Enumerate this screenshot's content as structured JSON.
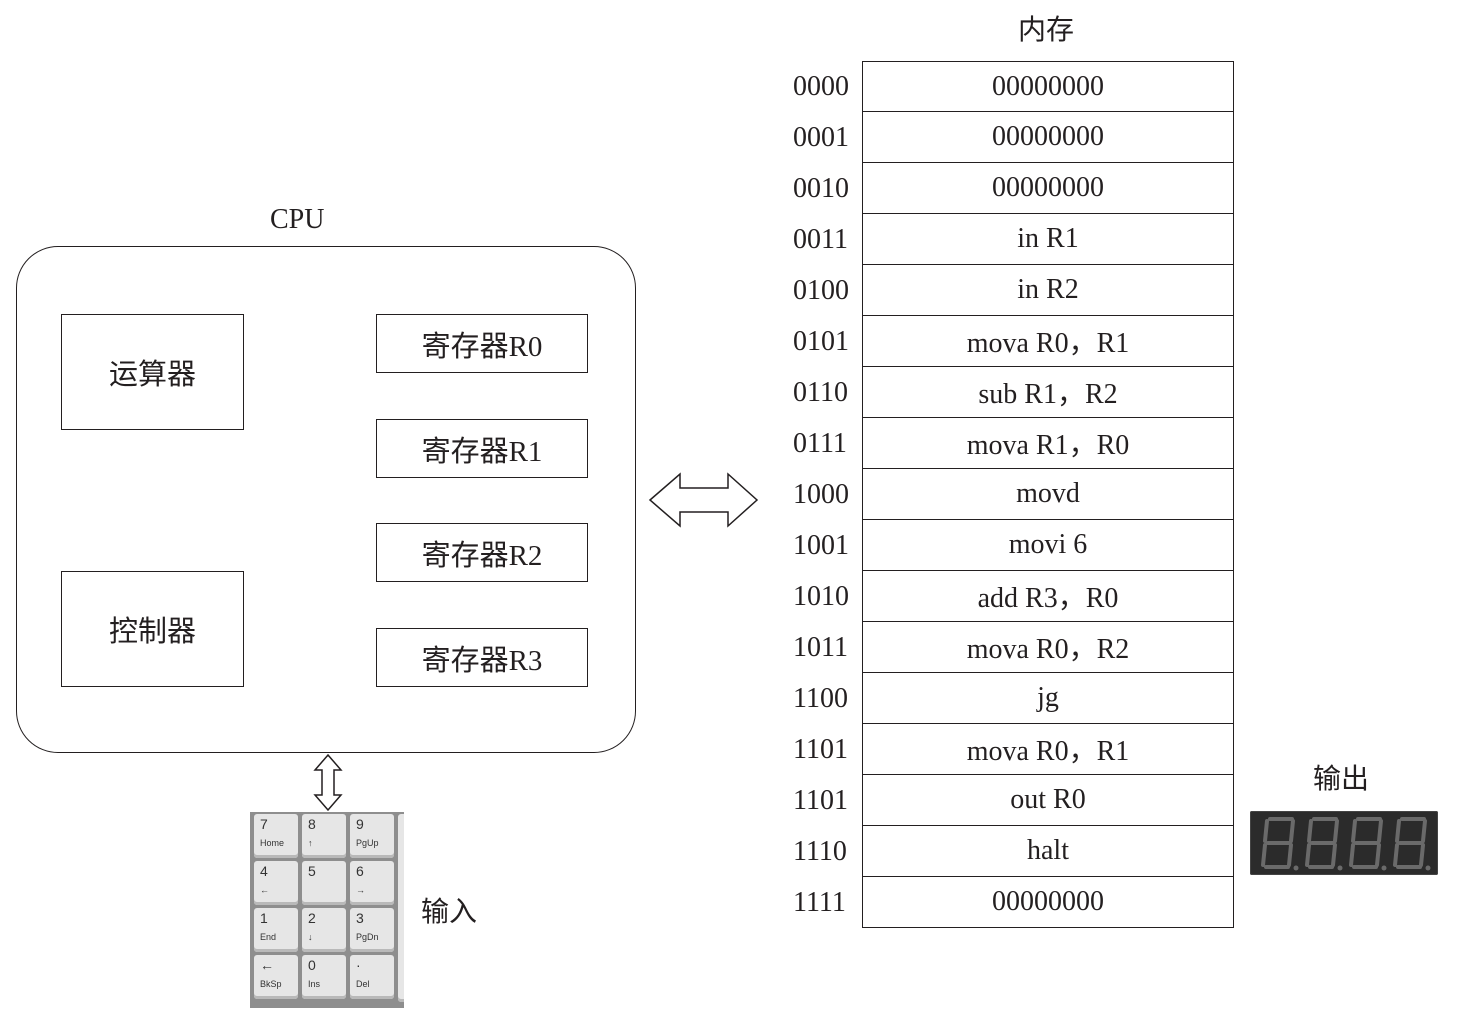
{
  "cpu": {
    "title": "CPU",
    "alu_label": "运算器",
    "cu_label": "控制器",
    "registers": [
      "寄存器R0",
      "寄存器R1",
      "寄存器R2",
      "寄存器R3"
    ]
  },
  "memory": {
    "title": "内存",
    "rows": [
      {
        "address": "0000",
        "content": "00000000"
      },
      {
        "address": "0001",
        "content": "00000000"
      },
      {
        "address": "0010",
        "content": "00000000"
      },
      {
        "address": "0011",
        "content": "in R1"
      },
      {
        "address": "0100",
        "content": "in R2"
      },
      {
        "address": "0101",
        "content": "mova R0，R1"
      },
      {
        "address": "0110",
        "content": "sub R1，R2"
      },
      {
        "address": "0111",
        "content": "mova R1，R0"
      },
      {
        "address": "1000",
        "content": "movd"
      },
      {
        "address": "1001",
        "content": "movi 6"
      },
      {
        "address": "1010",
        "content": "add R3，R0"
      },
      {
        "address": "1011",
        "content": "mova R0，R2"
      },
      {
        "address": "1100",
        "content": "jg"
      },
      {
        "address": "1101",
        "content": "mova R0，R1"
      },
      {
        "address": "1101",
        "content": "out R0"
      },
      {
        "address": "1110",
        "content": "halt"
      },
      {
        "address": "1111",
        "content": "00000000"
      }
    ]
  },
  "input": {
    "label": "输入",
    "keys": [
      {
        "main": "7",
        "sub": "Home"
      },
      {
        "main": "8",
        "sub": "↑"
      },
      {
        "main": "9",
        "sub": "PgUp"
      },
      {
        "main": "4",
        "sub": "←"
      },
      {
        "main": "5",
        "sub": ""
      },
      {
        "main": "6",
        "sub": "→"
      },
      {
        "main": "1",
        "sub": "End"
      },
      {
        "main": "2",
        "sub": "↓"
      },
      {
        "main": "3",
        "sub": "PgDn"
      },
      {
        "main": "←",
        "sub": "BkSp"
      },
      {
        "main": "0",
        "sub": "Ins"
      },
      {
        "main": "·",
        "sub": "Del"
      }
    ]
  },
  "output": {
    "label": "输出"
  }
}
